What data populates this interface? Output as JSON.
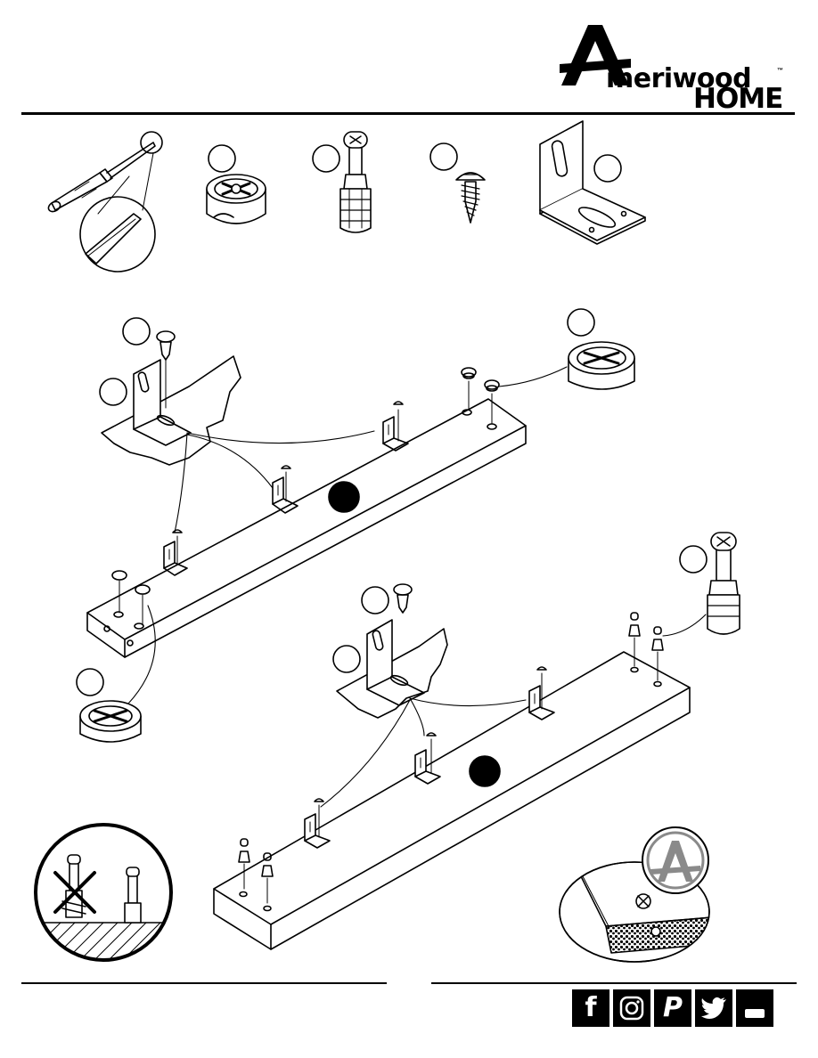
{
  "brand": {
    "wordmark": "meriwood",
    "sub": "HOME",
    "tm": "™"
  },
  "social": [
    {
      "name": "facebook-icon",
      "glyph": "f"
    },
    {
      "name": "instagram-icon",
      "glyph": ""
    },
    {
      "name": "pinterest-icon",
      "glyph": "P"
    },
    {
      "name": "twitter-icon",
      "glyph": ""
    },
    {
      "name": "youtube-icon",
      "glyph": ""
    }
  ],
  "colors": {
    "ink": "#000000",
    "paper": "#ffffff",
    "shade": "#8a8a8a"
  }
}
